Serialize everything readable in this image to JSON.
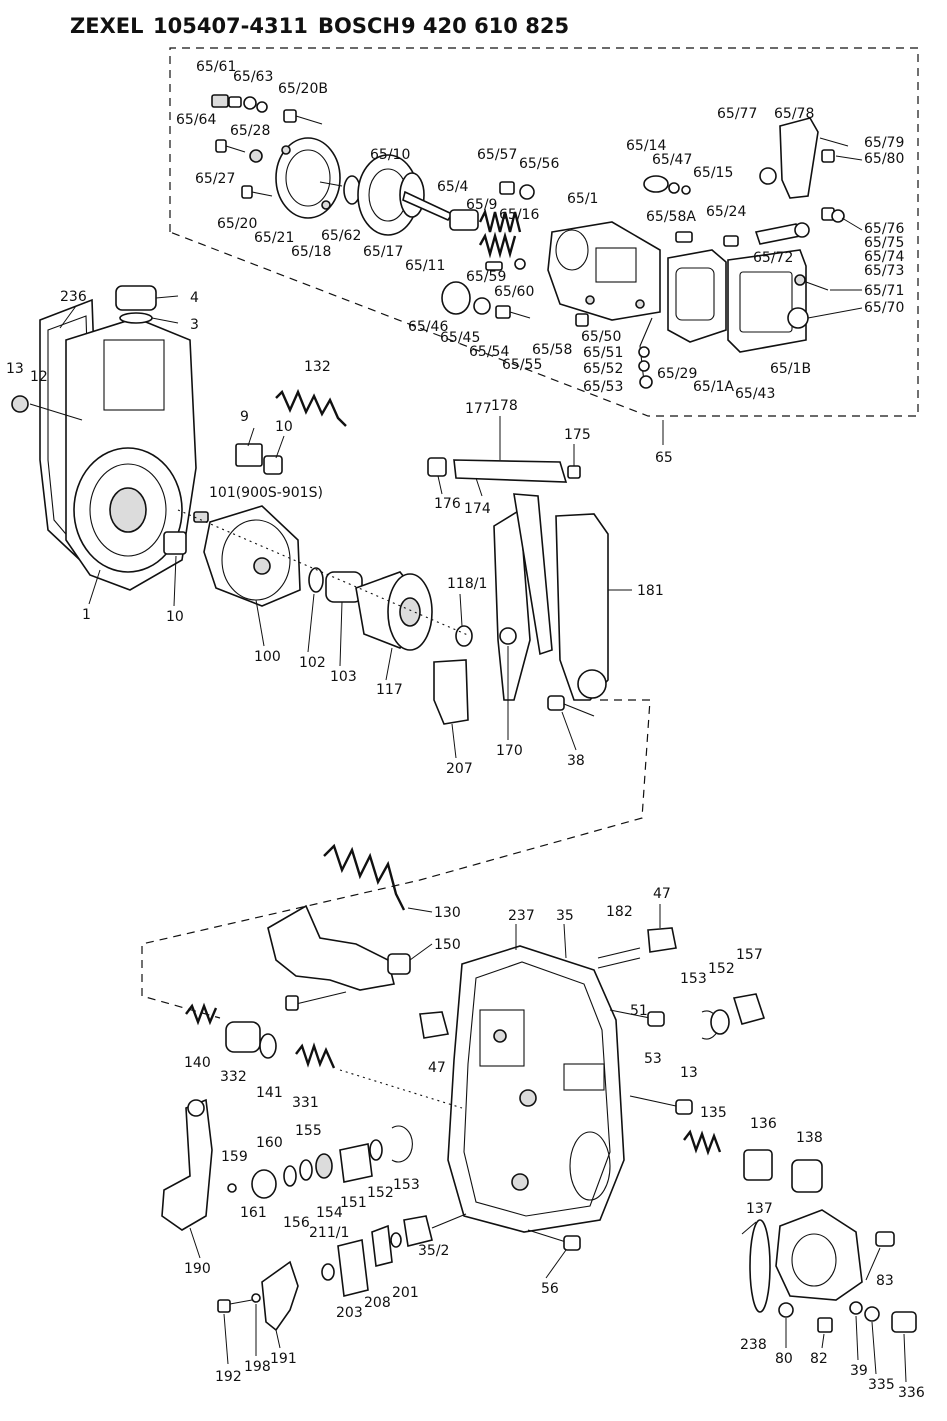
{
  "header": {
    "maker": "ZEXEL",
    "part_no": "105407-4311",
    "brand": "BOSCH",
    "bosch_no": "9 420 610 825"
  },
  "labels": [
    "65/61",
    "65/63",
    "65/20B",
    "65/64",
    "65/28",
    "65/27",
    "65/20",
    "65/21",
    "65/18",
    "65/62",
    "65/10",
    "65/17",
    "65/11",
    "65/4",
    "65/9",
    "65/57",
    "65/56",
    "65/16",
    "65/1",
    "65/14",
    "65/47",
    "65/15",
    "65/58A",
    "65/77",
    "65/78",
    "65/79",
    "65/80",
    "65/24",
    "65/76",
    "65/75",
    "65/74",
    "65/72",
    "65/73",
    "65/71",
    "65/70",
    "65/59",
    "65/60",
    "65/46",
    "65/45",
    "65/54",
    "65/55",
    "65/58",
    "65/50",
    "65/51",
    "65/52",
    "65/53",
    "65/29",
    "65/1A",
    "65/43",
    "65/1B",
    "65",
    "236",
    "4",
    "3",
    "13",
    "12",
    "132",
    "9",
    "10",
    "101(900S-901S)",
    "177",
    "178",
    "175",
    "176",
    "174",
    "181",
    "118/1",
    "1",
    "10",
    "100",
    "102",
    "103",
    "117",
    "207",
    "170",
    "38",
    "130",
    "237",
    "35",
    "182",
    "47",
    "150",
    "153",
    "152",
    "157",
    "51",
    "47",
    "140",
    "332",
    "141",
    "331",
    "53",
    "13",
    "135",
    "136",
    "138",
    "159",
    "160",
    "155",
    "154",
    "151",
    "152",
    "153",
    "137",
    "190",
    "161",
    "156",
    "211/1",
    "35/2",
    "56",
    "83",
    "201",
    "208",
    "203",
    "238",
    "192",
    "198",
    "191",
    "80",
    "82",
    "39",
    "335",
    "336"
  ]
}
